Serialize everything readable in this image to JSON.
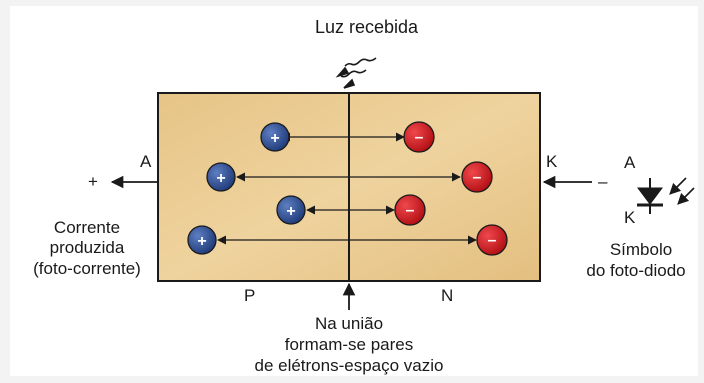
{
  "title": "Luz recebida",
  "terminal_a": "A",
  "terminal_k": "K",
  "plus_sign": "+",
  "minus_sign": "–",
  "region_p": "P",
  "region_n": "N",
  "current_label": [
    "Corrente",
    "produzida",
    "(foto-corrente)"
  ],
  "junction_label": [
    "Na união",
    "formam-se pares",
    "de elétrons-espaço vazio"
  ],
  "symbol_label": [
    "Símbolo",
    "do foto-diodo"
  ],
  "symbol_a": "A",
  "symbol_k": "K",
  "hole_glyph": "+",
  "electron_glyph": "–",
  "colors": {
    "semiconductor": "#e9c98c",
    "hole": "#2e4f95",
    "electron": "#d5161c",
    "ink": "#1a1a1a"
  }
}
